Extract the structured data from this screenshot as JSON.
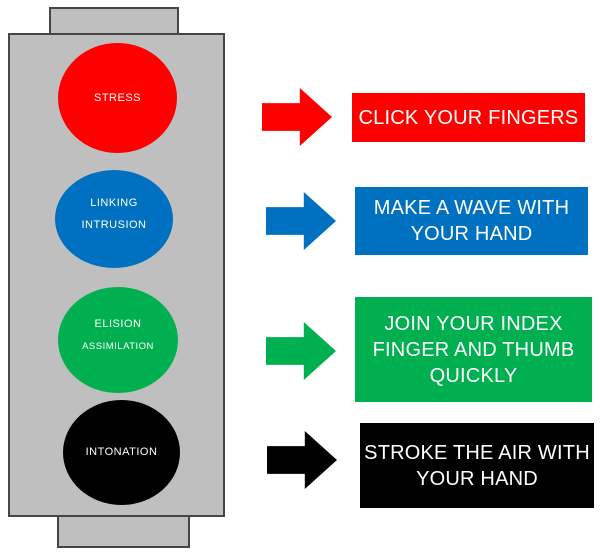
{
  "colors": {
    "housing_gray": "#BFBFBF",
    "outline_dark": "#454545",
    "red": "#FF0000",
    "blue": "#0070C0",
    "green": "#00B050",
    "black": "#000000",
    "text_white": "#FFFFFF"
  },
  "traffic_light": {
    "lights": [
      {
        "name": "stress",
        "color": "#FF0000",
        "lines": [
          "STRESS"
        ]
      },
      {
        "name": "linking-intrusion",
        "color": "#0070C0",
        "lines": [
          "LINKING",
          "INTRUSION"
        ]
      },
      {
        "name": "elision-assimilation",
        "color": "#00B050",
        "lines": [
          "ELISION",
          "ASSIMILATION"
        ]
      },
      {
        "name": "intonation",
        "color": "#000000",
        "lines": [
          "INTONATION"
        ]
      }
    ]
  },
  "instructions": [
    {
      "name": "stress-action",
      "color": "#FF0000",
      "lines": [
        "CLICK YOUR FINGERS"
      ]
    },
    {
      "name": "linking-action",
      "color": "#0070C0",
      "lines": [
        "MAKE A WAVE WITH",
        "YOUR HAND"
      ]
    },
    {
      "name": "elision-action",
      "color": "#00B050",
      "lines": [
        "JOIN YOUR INDEX",
        "FINGER AND THUMB",
        "QUICKLY"
      ]
    },
    {
      "name": "intonation-action",
      "color": "#000000",
      "lines": [
        "STROKE THE AIR WITH",
        "YOUR HAND"
      ]
    }
  ]
}
